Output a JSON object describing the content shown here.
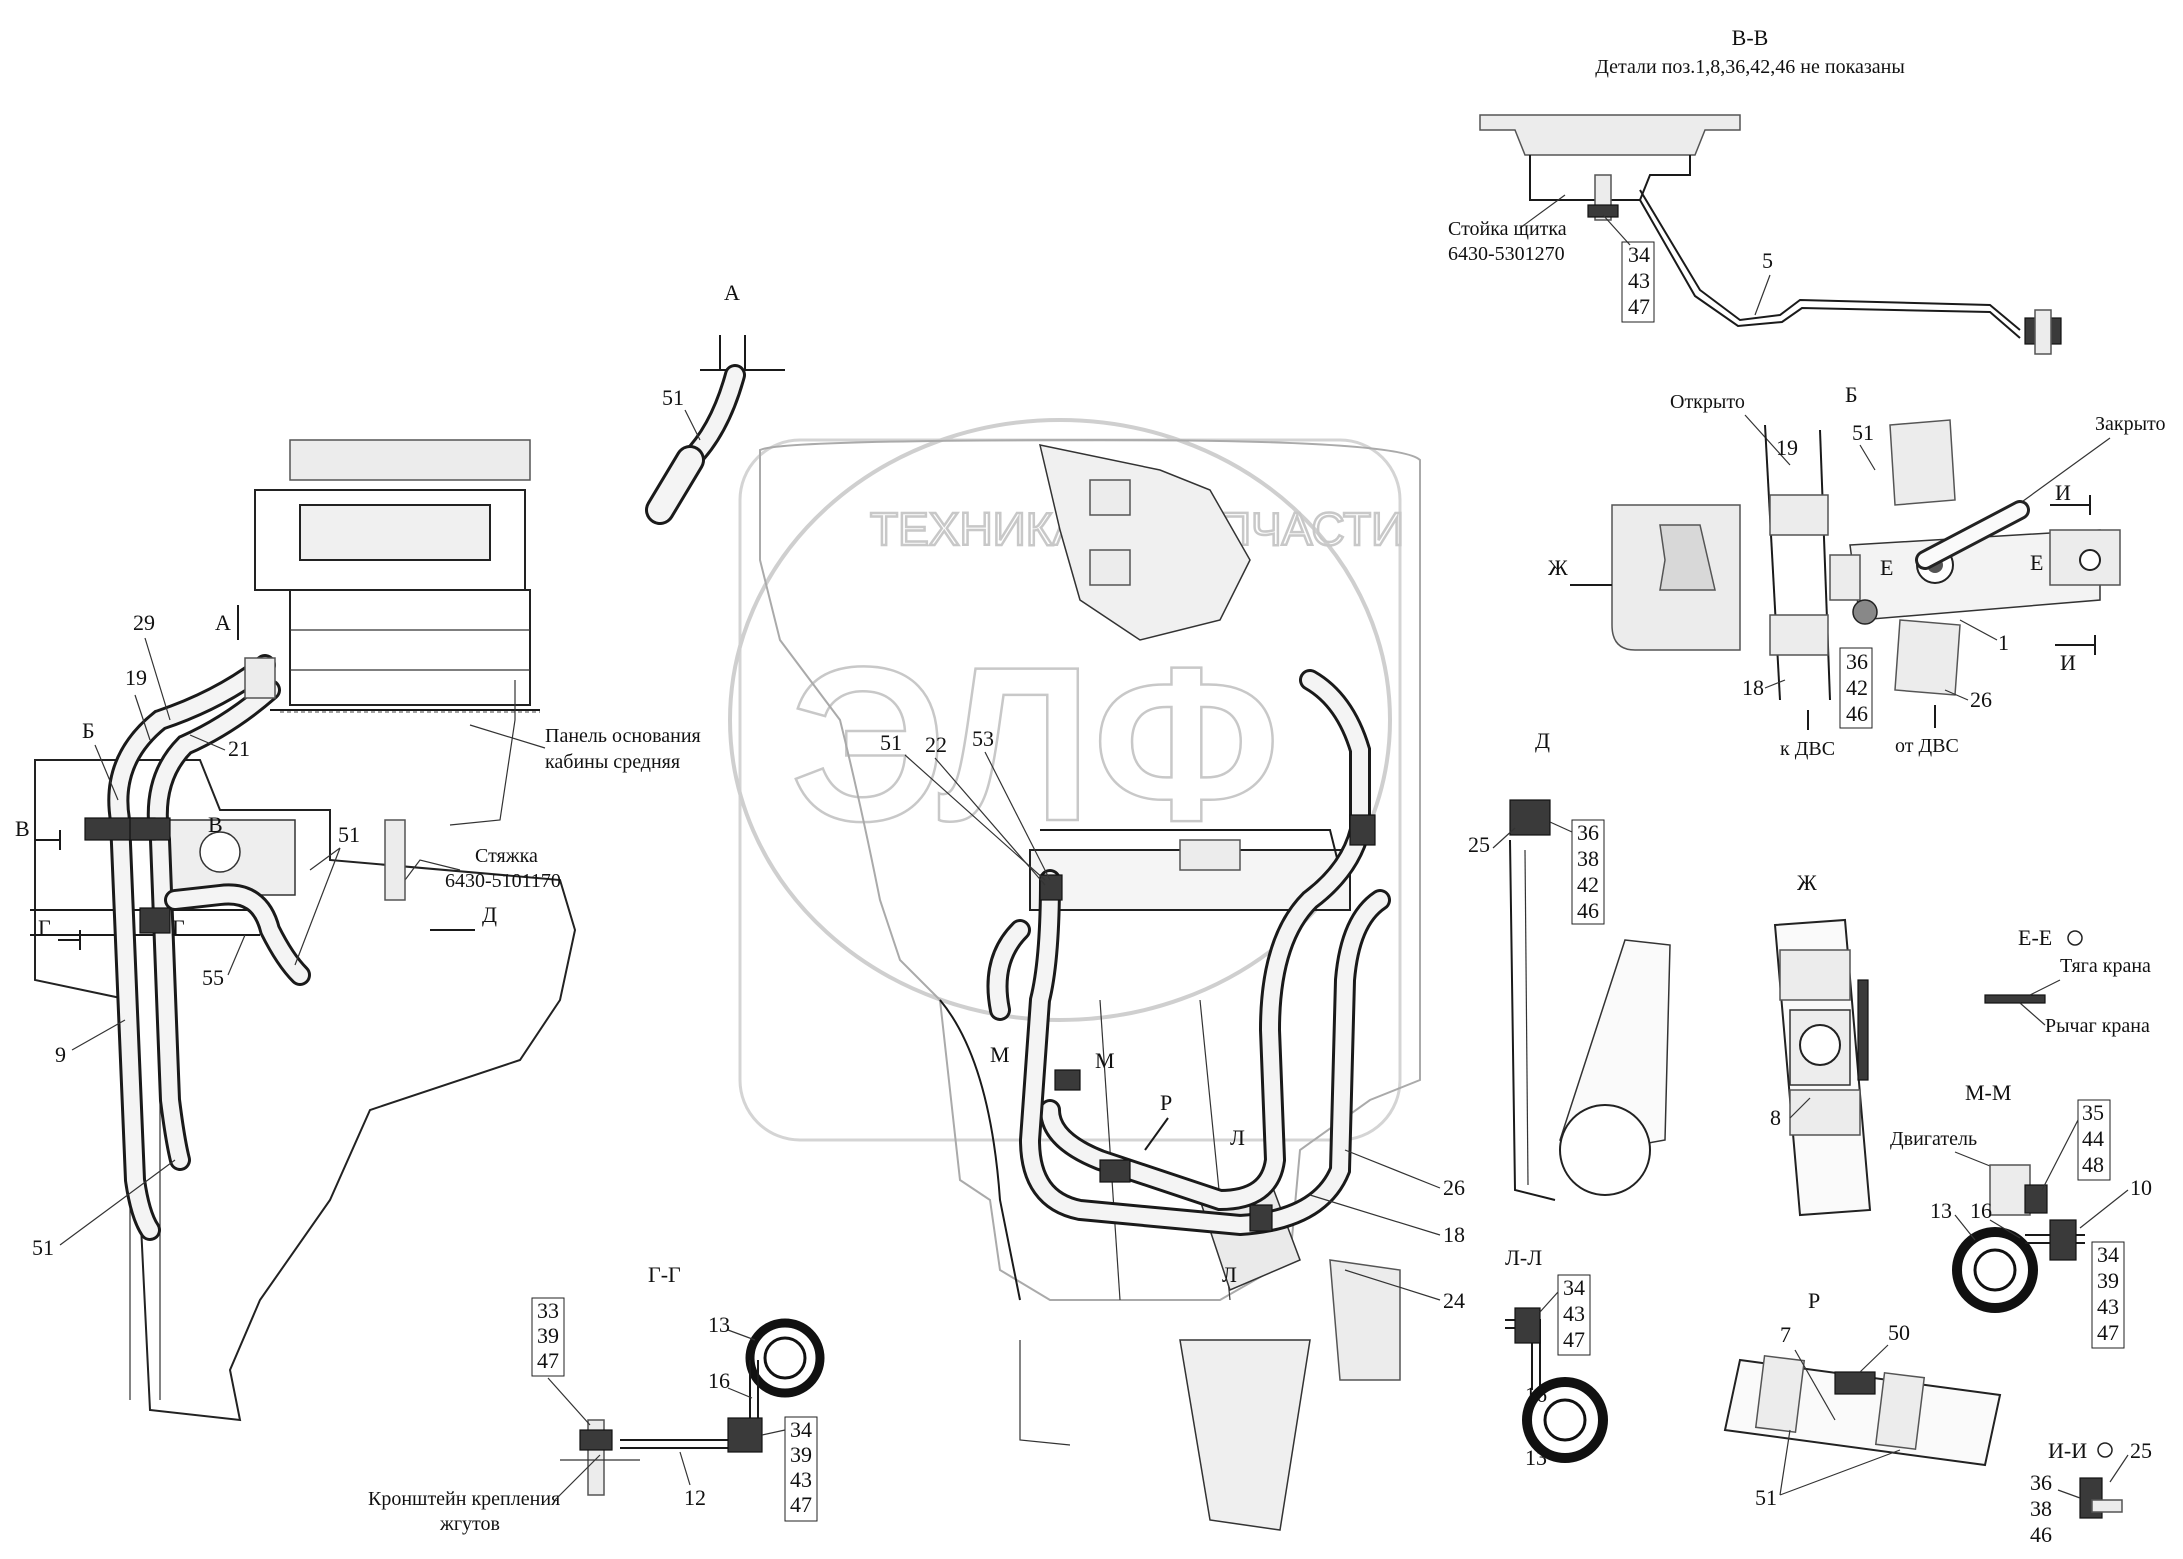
{
  "watermark": {
    "line1": "ТЕХНИКА",
    "line2": "ЗАПЧАСТИ",
    "logo": "ЭЛФ"
  },
  "view_bb": {
    "title": "В-В",
    "note": "Детали поз.1,8,36,42,46 не показаны",
    "stoika1": "Стойка щитка",
    "stoika2": "6430-5301270",
    "n34": "34",
    "n43": "43",
    "n47": "47",
    "n5": "5"
  },
  "view_a": {
    "title": "А",
    "n51": "51"
  },
  "view_b": {
    "title": "Б",
    "open": "Открыто",
    "closed": "Закрыто",
    "zh": "Ж",
    "n19": "19",
    "n51": "51",
    "n1": "1",
    "n18": "18",
    "n26": "26",
    "n36": "36",
    "n42": "42",
    "n46": "46",
    "e1": "Е",
    "e2": "Е",
    "i1": "И",
    "i2": "И",
    "to_engine": "к ДВС",
    "from_engine": "от ДВС"
  },
  "left_view": {
    "a": "А",
    "b": "Б",
    "v1": "В",
    "v2": "В",
    "g1": "Г",
    "g2": "Г",
    "d": "Д",
    "n29": "29",
    "n19": "19",
    "n21": "21",
    "n51a": "51",
    "n51b": "51",
    "n55": "55",
    "n9": "9",
    "panel1": "Панель основания",
    "panel2": "кабины средняя",
    "stjazhka1": "Стяжка",
    "stjazhka2": "6430-5101170"
  },
  "main_view": {
    "n51": "51",
    "n22": "22",
    "n53": "53",
    "m1": "М",
    "m2": "М",
    "p": "Р",
    "l1": "Л",
    "l2": "Л",
    "n26": "26",
    "n18": "18",
    "n24": "24"
  },
  "view_gg": {
    "title": "Г-Г",
    "n33": "33",
    "n39a": "39",
    "n47a": "47",
    "n13": "13",
    "n16": "16",
    "n34": "34",
    "n39b": "39",
    "n43": "43",
    "n47b": "47",
    "n12": "12",
    "bracket1": "Кронштейн крепления",
    "bracket2": "жгутов"
  },
  "view_d": {
    "title": "Д",
    "n25": "25",
    "n36": "36",
    "n38": "38",
    "n42": "42",
    "n46": "46"
  },
  "view_zh": {
    "title": "Ж",
    "n8": "8"
  },
  "view_ee": {
    "title": "Е-Е",
    "rod": "Тяга крана",
    "lever": "Рычаг крана"
  },
  "view_mm": {
    "title": "М-М",
    "engine": "Двигатель",
    "n35": "35",
    "n44": "44",
    "n48": "48",
    "n10": "10",
    "n13": "13",
    "n16": "16",
    "n34": "34",
    "n39": "39",
    "n43": "43",
    "n47": "47"
  },
  "view_ll": {
    "title": "Л-Л",
    "n34": "34",
    "n43": "43",
    "n47": "47",
    "n16": "16",
    "n13": "13"
  },
  "view_p": {
    "title": "Р",
    "n7": "7",
    "n50": "50",
    "n51": "51"
  },
  "view_ii": {
    "title": "И-И",
    "n25": "25",
    "n36": "36",
    "n38": "38",
    "n46": "46"
  }
}
